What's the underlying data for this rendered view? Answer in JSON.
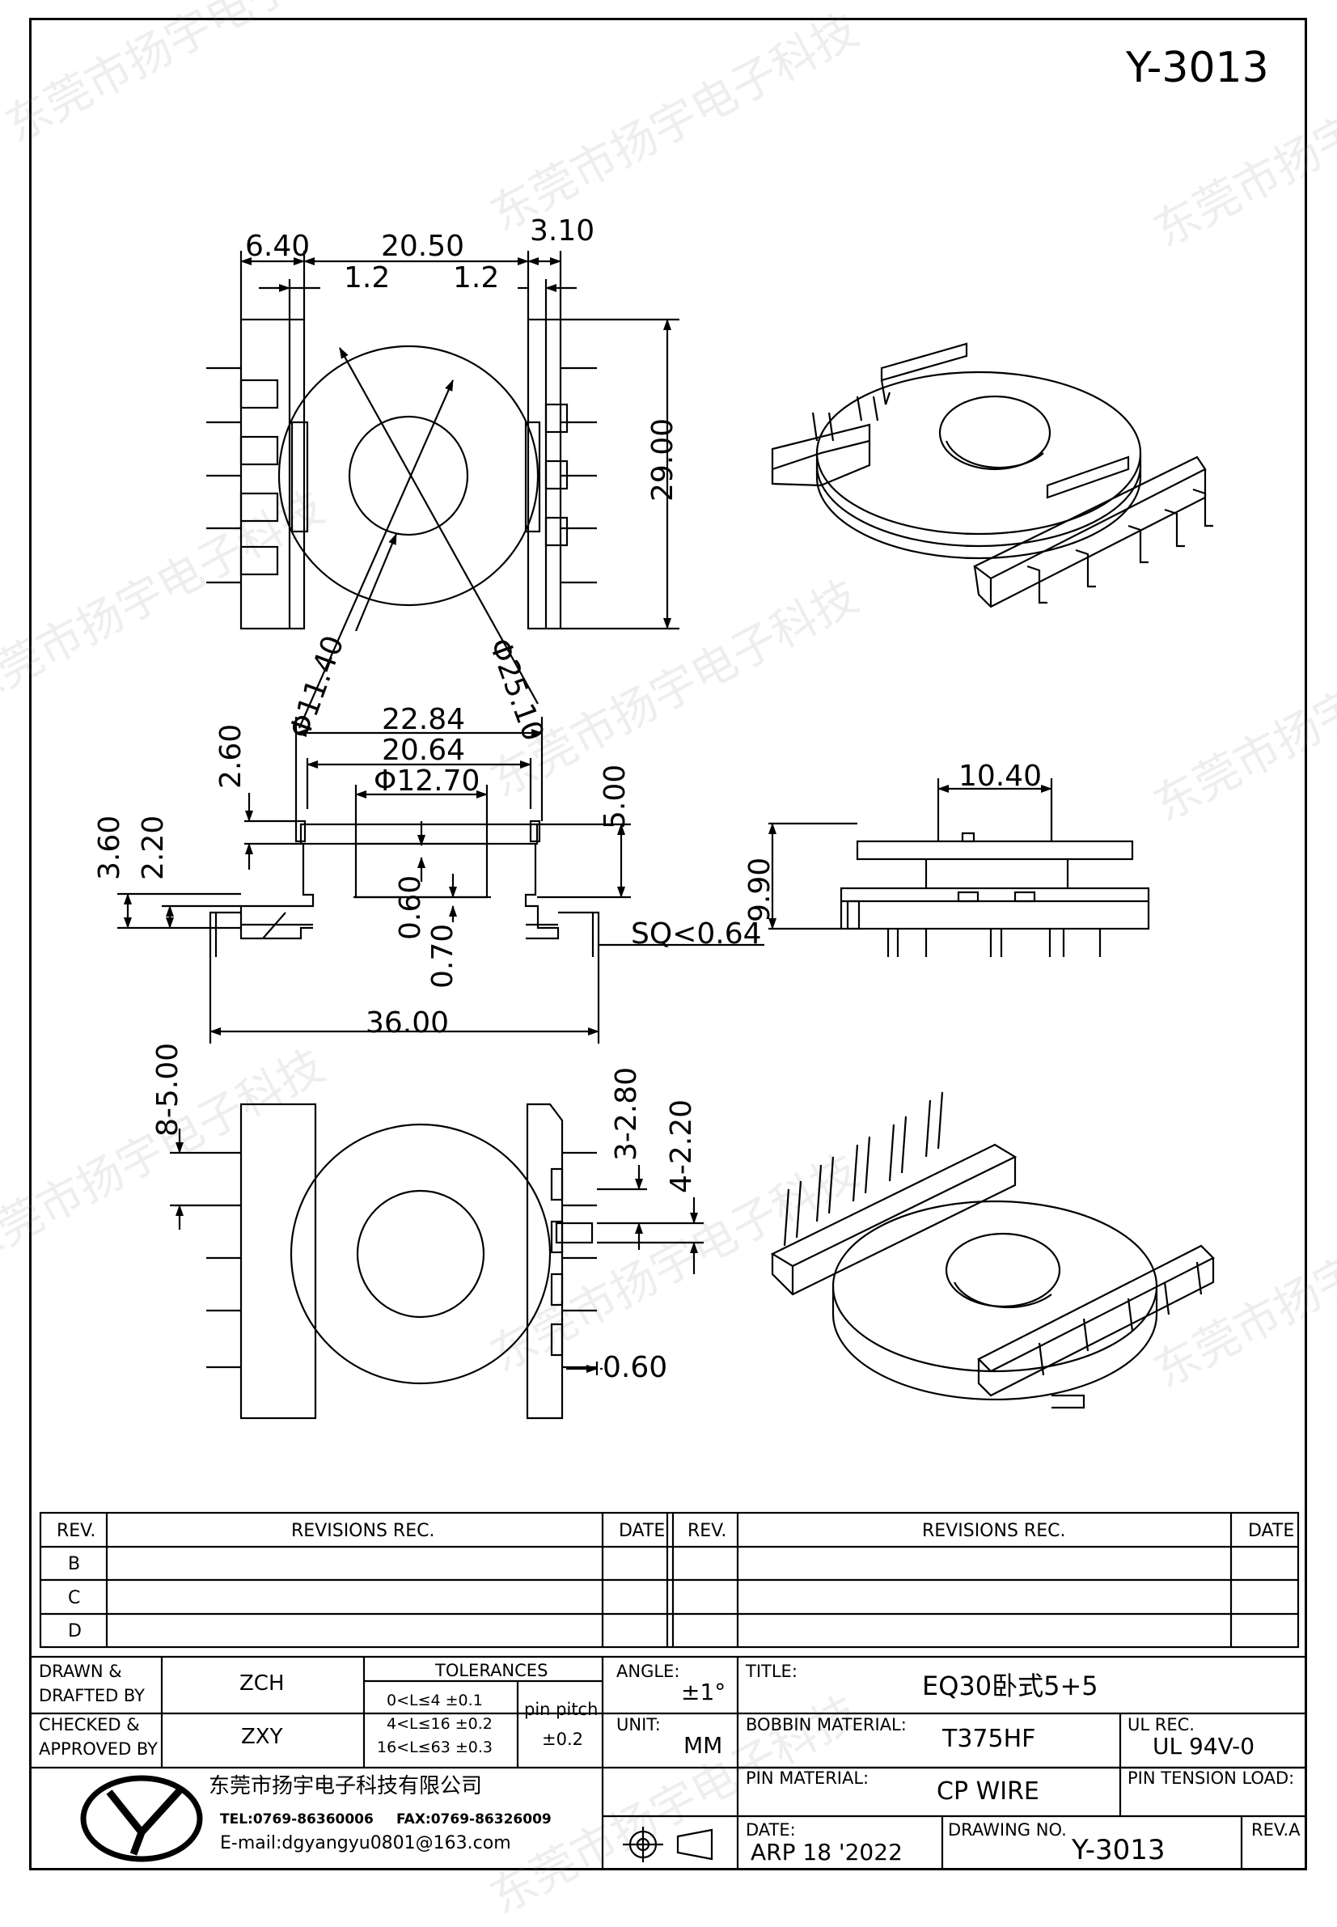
{
  "drawing_id_top": "Y-3013",
  "watermark": "东莞市扬宇电子科技",
  "top_view": {
    "A": "6.40",
    "B": "20.50",
    "C": "3.10",
    "D": "1.2",
    "E": "1.2",
    "F": "29.00",
    "G": "Φ25.10",
    "X": "Φ11.40"
  },
  "front_view": {
    "H": "22.84",
    "I": "20.64",
    "J": "Φ12.70",
    "K": "2.60",
    "L": "3.60",
    "M": "2.20",
    "N": "0.60",
    "O": "0.70",
    "P": "5.00",
    "Q": "SQ<0.64",
    "Y": "36.00"
  },
  "side_view": {
    "S": "10.40",
    "R": "9.90"
  },
  "bottom_view": {
    "T": "8-5.00",
    "U": "3-2.80",
    "V": "4-2.20",
    "W": "0.60"
  },
  "revision_table": {
    "headers": {
      "rev": "REV.",
      "rec": "REVISIONS   REC.",
      "date": "DATE"
    },
    "left_rows": [
      "B",
      "C",
      "D"
    ]
  },
  "title_block": {
    "drawn_label_1": "DRAWN  &",
    "drawn_label_2": "DRAFTED  BY",
    "drawn_value": "ZCH",
    "checked_label_1": "CHECKED  &",
    "checked_label_2": "APPROVED  BY",
    "checked_value": "ZXY",
    "tolerances_label": "TOLERANCES",
    "tol_1": "0<L≤4    ±0.1",
    "tol_2": "4<L≤16  ±0.2",
    "tol_3": "16<L≤63  ±0.3",
    "pin_pitch_label": "pin  pitch",
    "pin_pitch_value": "±0.2",
    "angle_label": "ANGLE:",
    "angle_value": "±1°",
    "unit_label": "UNIT:",
    "unit_value": "MM",
    "title_label": "TITLE:",
    "title_value": "EQ30卧式5+5",
    "bobbin_label": "BOBBIN  MATERIAL:",
    "bobbin_value": "T375HF",
    "ul_label": "UL  REC.",
    "ul_value": "UL  94V-0",
    "pin_material_label": "PIN  MATERIAL:",
    "pin_material_value": "CP  WIRE",
    "pin_tension_label": "PIN  TENSION  LOAD:",
    "company": "东莞市扬宇电子科技有限公司",
    "tel": "TEL:0769-86360006",
    "fax": "FAX:0769-86326009",
    "email": "E-mail:dgyangyu0801@163.com",
    "date_label": "DATE:",
    "date_value": "ARP  18  '2022",
    "drawing_no_label": "DRAWING  NO.",
    "drawing_no_value": "Y-3013",
    "rev_label": "REV.A"
  }
}
